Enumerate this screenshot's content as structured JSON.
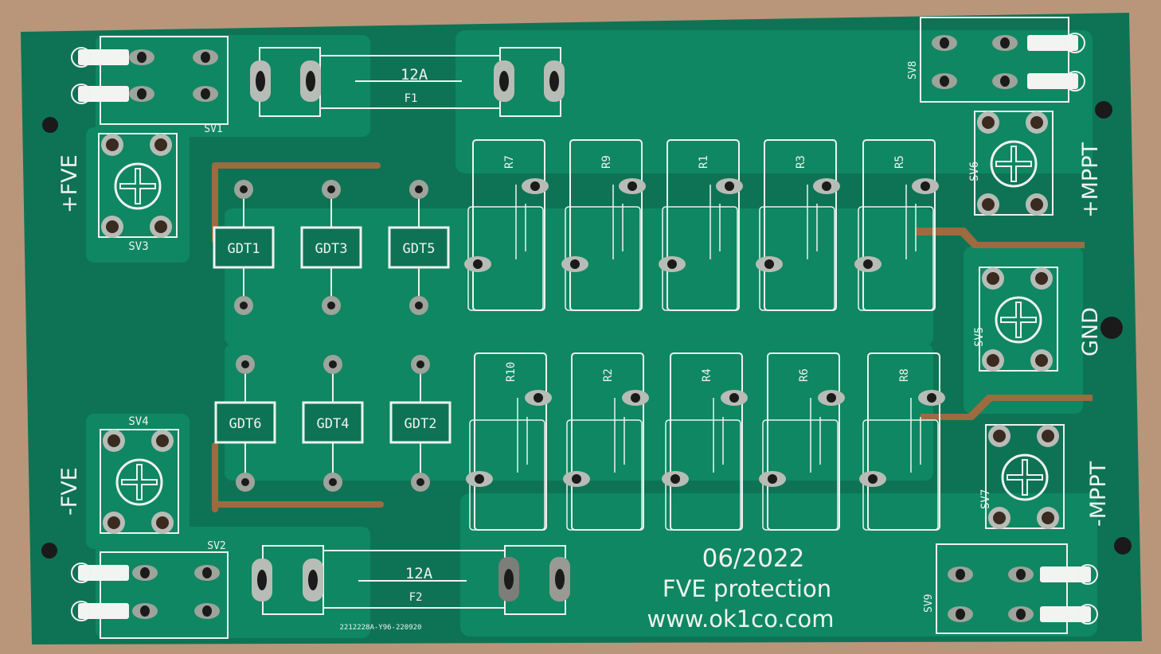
{
  "board": {
    "colors": {
      "background": "#b9967a",
      "soldermask": "#0e7d5b",
      "copper": "#0f8a64",
      "silkscreen": "#eef3ee",
      "pad": "#b8bcb6"
    },
    "date": "06/2022",
    "title": "FVE protection",
    "url": "www.ok1co.com",
    "order_code": "2212228A-Y96-220920"
  },
  "labels": {
    "fve_plus": "+FVE",
    "fve_minus": "-FVE",
    "mppt_plus": "+MPPT",
    "gnd": "GND",
    "mppt_minus": "-MPPT"
  },
  "fuses": [
    {
      "ref": "F1",
      "rating": "12A"
    },
    {
      "ref": "F2",
      "rating": "12A"
    }
  ],
  "connectors": [
    "SV1",
    "SV2",
    "SV3",
    "SV4",
    "SV5",
    "SV6",
    "SV7",
    "SV8",
    "SV9"
  ],
  "gdt": {
    "top_row": [
      "GDT1",
      "GDT3",
      "GDT5"
    ],
    "bottom_row": [
      "GDT6",
      "GDT4",
      "GDT2"
    ]
  },
  "resistors": {
    "top_row": [
      "R7",
      "R9",
      "R1",
      "R3",
      "R5"
    ],
    "bottom_row": [
      "R10",
      "R2",
      "R4",
      "R6",
      "R8"
    ]
  }
}
